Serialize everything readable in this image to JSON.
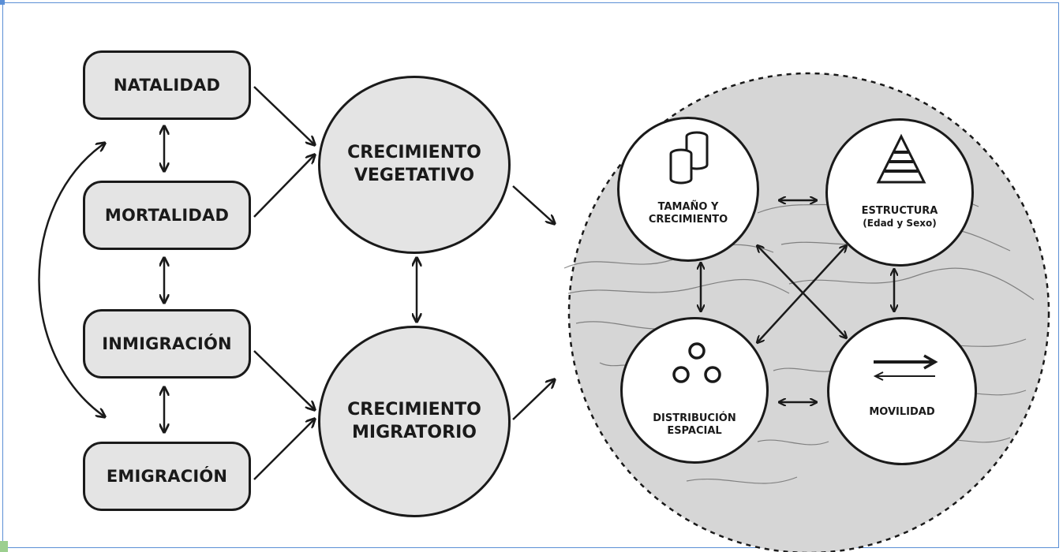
{
  "left_boxes": {
    "natalidad": "NATALIDAD",
    "mortalidad": "MORTALIDAD",
    "inmigracion": "INMIGRACIÓN",
    "emigracion": "EMIGRACIÓN"
  },
  "middle_circles": {
    "vegetativo": {
      "line1": "CRECIMIENTO",
      "line2": "VEGETATIVO"
    },
    "migratorio": {
      "line1": "CRECIMIENTO",
      "line2": "MIGRATORIO"
    }
  },
  "right_circles": {
    "tamano": {
      "line1": "TAMAÑO Y",
      "line2": "CRECIMIENTO",
      "icon": "cylinders-icon"
    },
    "estructura": {
      "line1": "ESTRUCTURA",
      "line2": "(Edad y Sexo)",
      "icon": "pyramid-icon"
    },
    "distribucion": {
      "line1": "DISTRIBUCIÓN",
      "line2": "ESPACIAL",
      "icon": "three-circles-icon"
    },
    "movilidad": {
      "line1": "MOVILIDAD",
      "icon": "opposite-arrows-icon"
    }
  },
  "colors": {
    "frame": "#5b8fd6",
    "node_fill": "#e4e4e4",
    "big_circle_fill": "#d6d6d6",
    "stroke": "#1a1a1a"
  }
}
